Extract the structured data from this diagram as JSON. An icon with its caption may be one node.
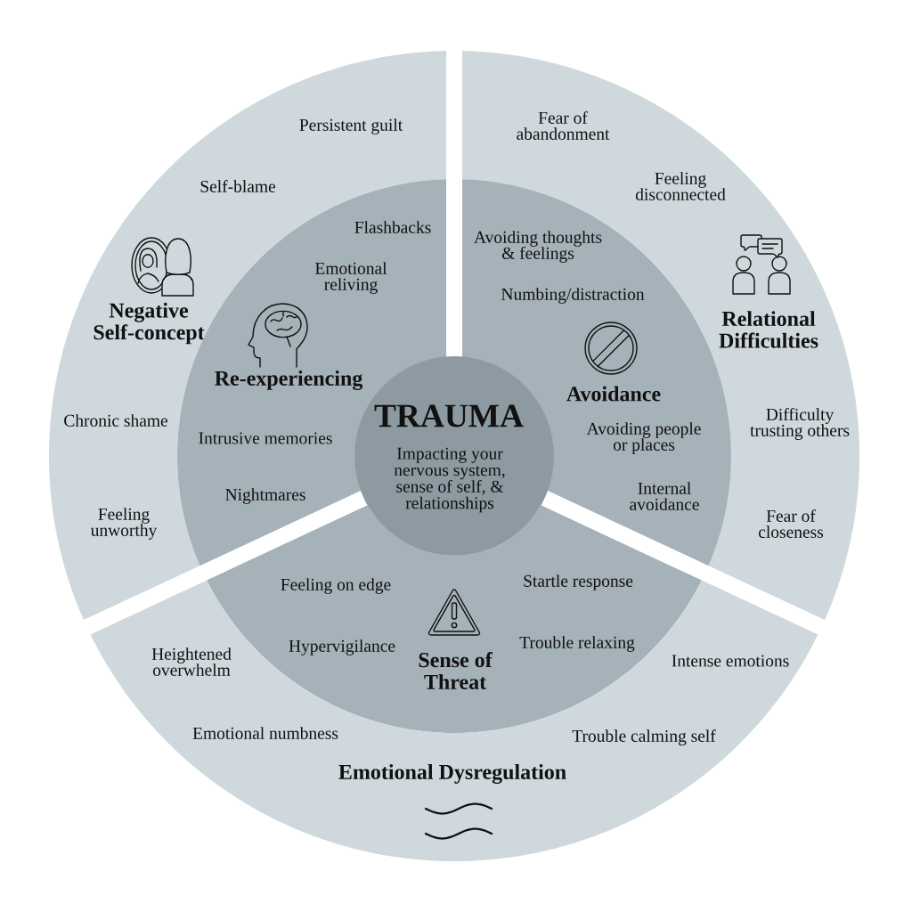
{
  "diagram": {
    "nodes": [
      {
        "text": [
          "Negative Self-concept",
          "Persistent guilt",
          "Self-blame",
          "Chronic shame",
          "Feeling unworthy"
        ]
      },
      {
        "text": [
          "Relational Difficulties",
          "Fear of abandonment",
          "Feeling disconnected",
          "Difficulty trusting others",
          "Fear of closeness"
        ]
      },
      {
        "text": [
          "Re-experiencing",
          "Flashbacks",
          "Emotional reliving",
          "Intrusive memories",
          "Nightmares"
        ]
      },
      {
        "text": [
          "Avoidance",
          "Avoiding thoughts & feelings",
          "Numbing/distraction",
          "Avoiding people or places",
          "Internal avoidance"
        ]
      },
      {
        "text": [
          "TRAUMA",
          "Impacting your nervous system, sense of self, & relationships"
        ]
      },
      {
        "text": [
          "Sense of Threat",
          "Feeling on edge",
          "Startle response",
          "Hypervigilance",
          "Trouble relaxing"
        ]
      },
      {
        "text": [
          "Emotional Dysregulation",
          "Heightened overwhelm",
          "Intense emotions",
          "Emotional numbness",
          "Trouble calming self"
        ]
      }
    ]
  }
}
